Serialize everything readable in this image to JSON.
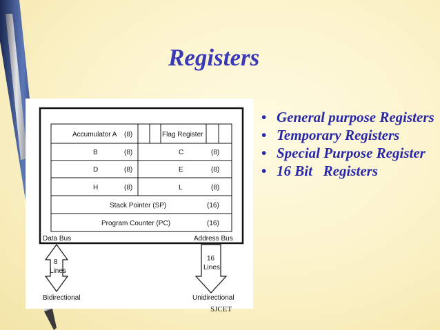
{
  "slide": {
    "title": "Registers",
    "bullets": [
      "General purpose Registers",
      "Temporary Registers",
      "Special Purpose Register",
      "16 Bit   Registers"
    ],
    "footer": "SJCET"
  },
  "diagram": {
    "rows": [
      {
        "left": "Accumulator A",
        "left_bits": "(8)",
        "right": "Flag Register"
      },
      {
        "left": "B",
        "left_bits": "(8)",
        "right": "C",
        "right_bits": "(8)"
      },
      {
        "left": "D",
        "left_bits": "(8)",
        "right": "E",
        "right_bits": "(8)"
      },
      {
        "left": "H",
        "left_bits": "(8)",
        "right": "L",
        "right_bits": "(8)"
      },
      {
        "full": "Stack Pointer (SP)",
        "bits": "(16)"
      },
      {
        "full": "Program Counter (PC)",
        "bits": "(16)"
      }
    ],
    "data_bus": "Data Bus",
    "address_bus": "Address Bus",
    "data_lines_count": "8",
    "data_lines_label": "Lines",
    "address_lines_count": "16",
    "address_lines_label": "Lines",
    "data_direction": "Bidirectional",
    "address_direction": "Unidirectional"
  },
  "colors": {
    "title": "#3a3ab8",
    "bullet_text": "#2828a8",
    "background": "#fbf2c8"
  }
}
